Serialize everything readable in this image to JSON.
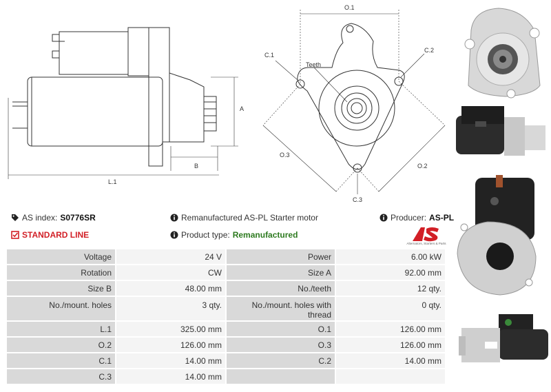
{
  "drawing": {
    "side_labels": {
      "a": "A",
      "b": "B",
      "l1": "L.1"
    },
    "front_labels": {
      "o1": "O.1",
      "o2": "O.2",
      "o3": "O.3",
      "c1": "C.1",
      "c2": "C.2",
      "c3": "C.3",
      "teeth": "Teeth"
    }
  },
  "info": {
    "index_label": "AS index:",
    "index_value": "S0776SR",
    "line_label": "STANDARD LINE",
    "description": "Remanufactured AS-PL Starter motor",
    "product_type_label": "Product type:",
    "product_type_value": "Remanufactured",
    "producer_label": "Producer:",
    "producer_value": "AS-PL"
  },
  "logo": {
    "mark": "AS",
    "tagline": "Alternators, Starters & Parts"
  },
  "specs": {
    "rows": [
      {
        "k1": "Voltage",
        "v1": "24 V",
        "k2": "Power",
        "v2": "6.00 kW"
      },
      {
        "k1": "Rotation",
        "v1": "CW",
        "k2": "Size A",
        "v2": "92.00 mm"
      },
      {
        "k1": "Size B",
        "v1": "48.00 mm",
        "k2": "No./teeth",
        "v2": "12 qty."
      },
      {
        "k1": "No./mount. holes",
        "v1": "3 qty.",
        "k2": "No./mount. holes with thread",
        "v2": "0 qty."
      },
      {
        "k1": "L.1",
        "v1": "325.00 mm",
        "k2": "O.1",
        "v2": "126.00 mm"
      },
      {
        "k1": "O.2",
        "v1": "126.00 mm",
        "k2": "O.3",
        "v2": "126.00 mm"
      },
      {
        "k1": "C.1",
        "v1": "14.00 mm",
        "k2": "C.2",
        "v2": "14.00 mm"
      },
      {
        "k1": "C.3",
        "v1": "14.00 mm",
        "k2": "",
        "v2": ""
      }
    ]
  },
  "colors": {
    "red": "#d21f26",
    "green": "#2d7a1f",
    "key_cell": "#d9d9d9",
    "value_cell": "#f4f4f4"
  }
}
